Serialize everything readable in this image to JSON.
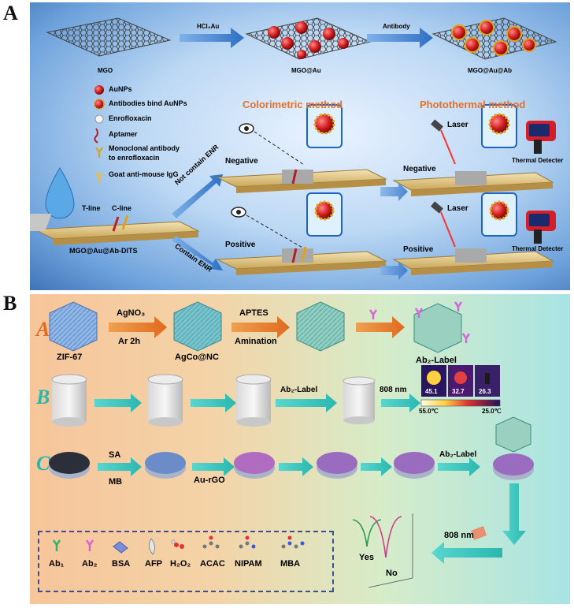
{
  "panelA": {
    "letter": "A",
    "step1_label": "MGO",
    "step2_label": "MGO@Au",
    "step3_label": "MGO@Au@Ab",
    "arrow1_label": "HCl₄Au",
    "arrow2_label": "Antibody",
    "legend": [
      "AuNPs",
      "Antibodies bind AuNPs",
      "Enrofloxacin",
      "Aptamer",
      "Monoclonal antibody",
      "to enrofloxacin",
      "Goat anti-mouse IgG"
    ],
    "colorimetric_title": "Colorimetric method",
    "photothermal_title": "Photothermal method",
    "t_line": "T-line",
    "c_line": "C-line",
    "strip_label": "MGO@Au@Ab-DITS",
    "not_contain": "Not contain ENR",
    "contain": "Contain ENR",
    "negative1": "Negative",
    "positive1": "Positive",
    "negative2": "Negative",
    "positive2": "Positive",
    "laser1": "Laser",
    "laser2": "Laser",
    "detector1": "Thermal Detecter",
    "detector2": "Thermal Detecter",
    "colors": {
      "title_orange": "#e8702a",
      "gold": "#d9b25a",
      "red": "#d21f1f"
    }
  },
  "panelB": {
    "letter": "B",
    "rowA": {
      "script_letter": "A",
      "zif": "ZIF-67",
      "agno3": "AgNO₃",
      "ar": "Ar  2h",
      "agco": "AgCo@NC",
      "aptes": "APTES",
      "amination": "Amination",
      "ab2label": "Ab₂-Label"
    },
    "rowB": {
      "script_letter": "B",
      "ab2label": "Ab₂-Label",
      "nm": "808 nm",
      "temps": [
        "45.1",
        "32.7",
        "26.3"
      ],
      "scale_high": "55.0℃",
      "scale_low": "25.0℃"
    },
    "rowC": {
      "script_letter": "C",
      "sa": "SA",
      "mb": "MB",
      "aurgo": "Au-rGO",
      "ab2label": "Ab₂-Label"
    },
    "nm808": "808 nm",
    "yes": "Yes",
    "no": "No",
    "legend": [
      "Ab₁",
      "Ab₂",
      "BSA",
      "AFP",
      "H₂O₂",
      "ACAC",
      "NIPAM",
      "MBA"
    ]
  }
}
